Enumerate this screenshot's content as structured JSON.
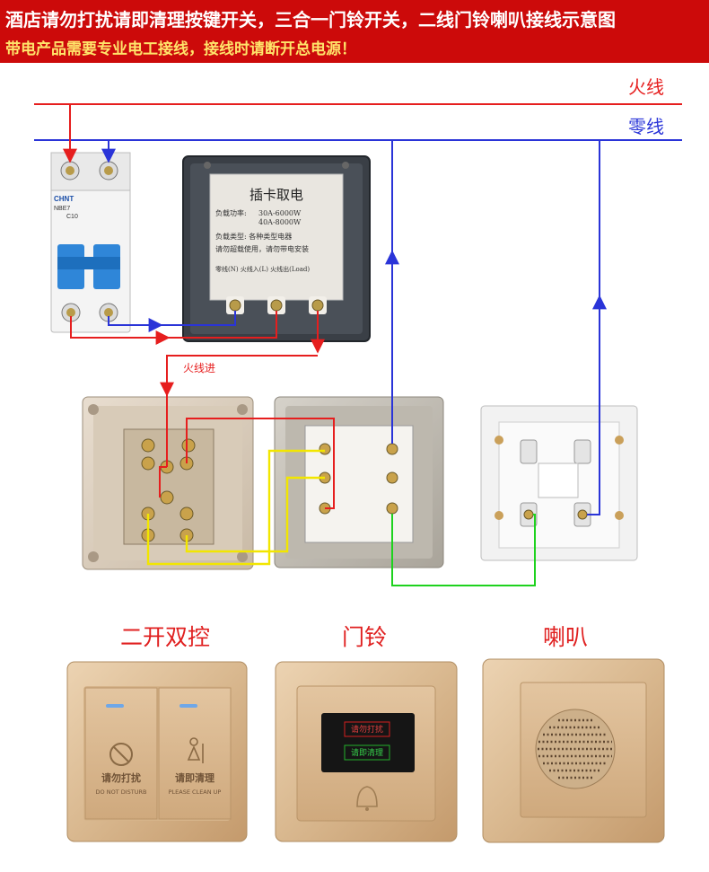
{
  "header": {
    "title": "酒店请勿打扰请即清理按键开关，三合一门铃开关，二线门铃喇叭接线示意图",
    "subtitle": "带电产品需要专业电工接线，接线时请断开总电源！"
  },
  "wires": {
    "live_label": "火线",
    "neutral_label": "零线",
    "live_in_label": "火线进",
    "live_color": "#e61e1e",
    "neutral_color": "#2a34d8",
    "yellow_color": "#f2e600",
    "green_color": "#1ed21e"
  },
  "breaker": {
    "brand": "CHNT",
    "model": "NBE7",
    "rating": "C10"
  },
  "card_switch": {
    "title": "插卡取电",
    "load_label": "负载功率:",
    "load_value_1": "30A-6000W",
    "load_value_2": "40A-8000W",
    "type_label": "负载类型: 各种类型电器",
    "warning": "请勿超载使用，请勿带电安装",
    "terminal_labels": "零线(N)   火线入(L)   火线出(Load)"
  },
  "products": [
    {
      "label": "二开双控",
      "button_left": "请勿打扰",
      "button_left_en": "DO NOT DISTURB",
      "button_right": "请即清理",
      "button_right_en": "PLEASE CLEAN UP"
    },
    {
      "label": "门铃",
      "indicator_1": "请勿打扰",
      "indicator_2": "请即清理"
    },
    {
      "label": "喇叭"
    }
  ]
}
